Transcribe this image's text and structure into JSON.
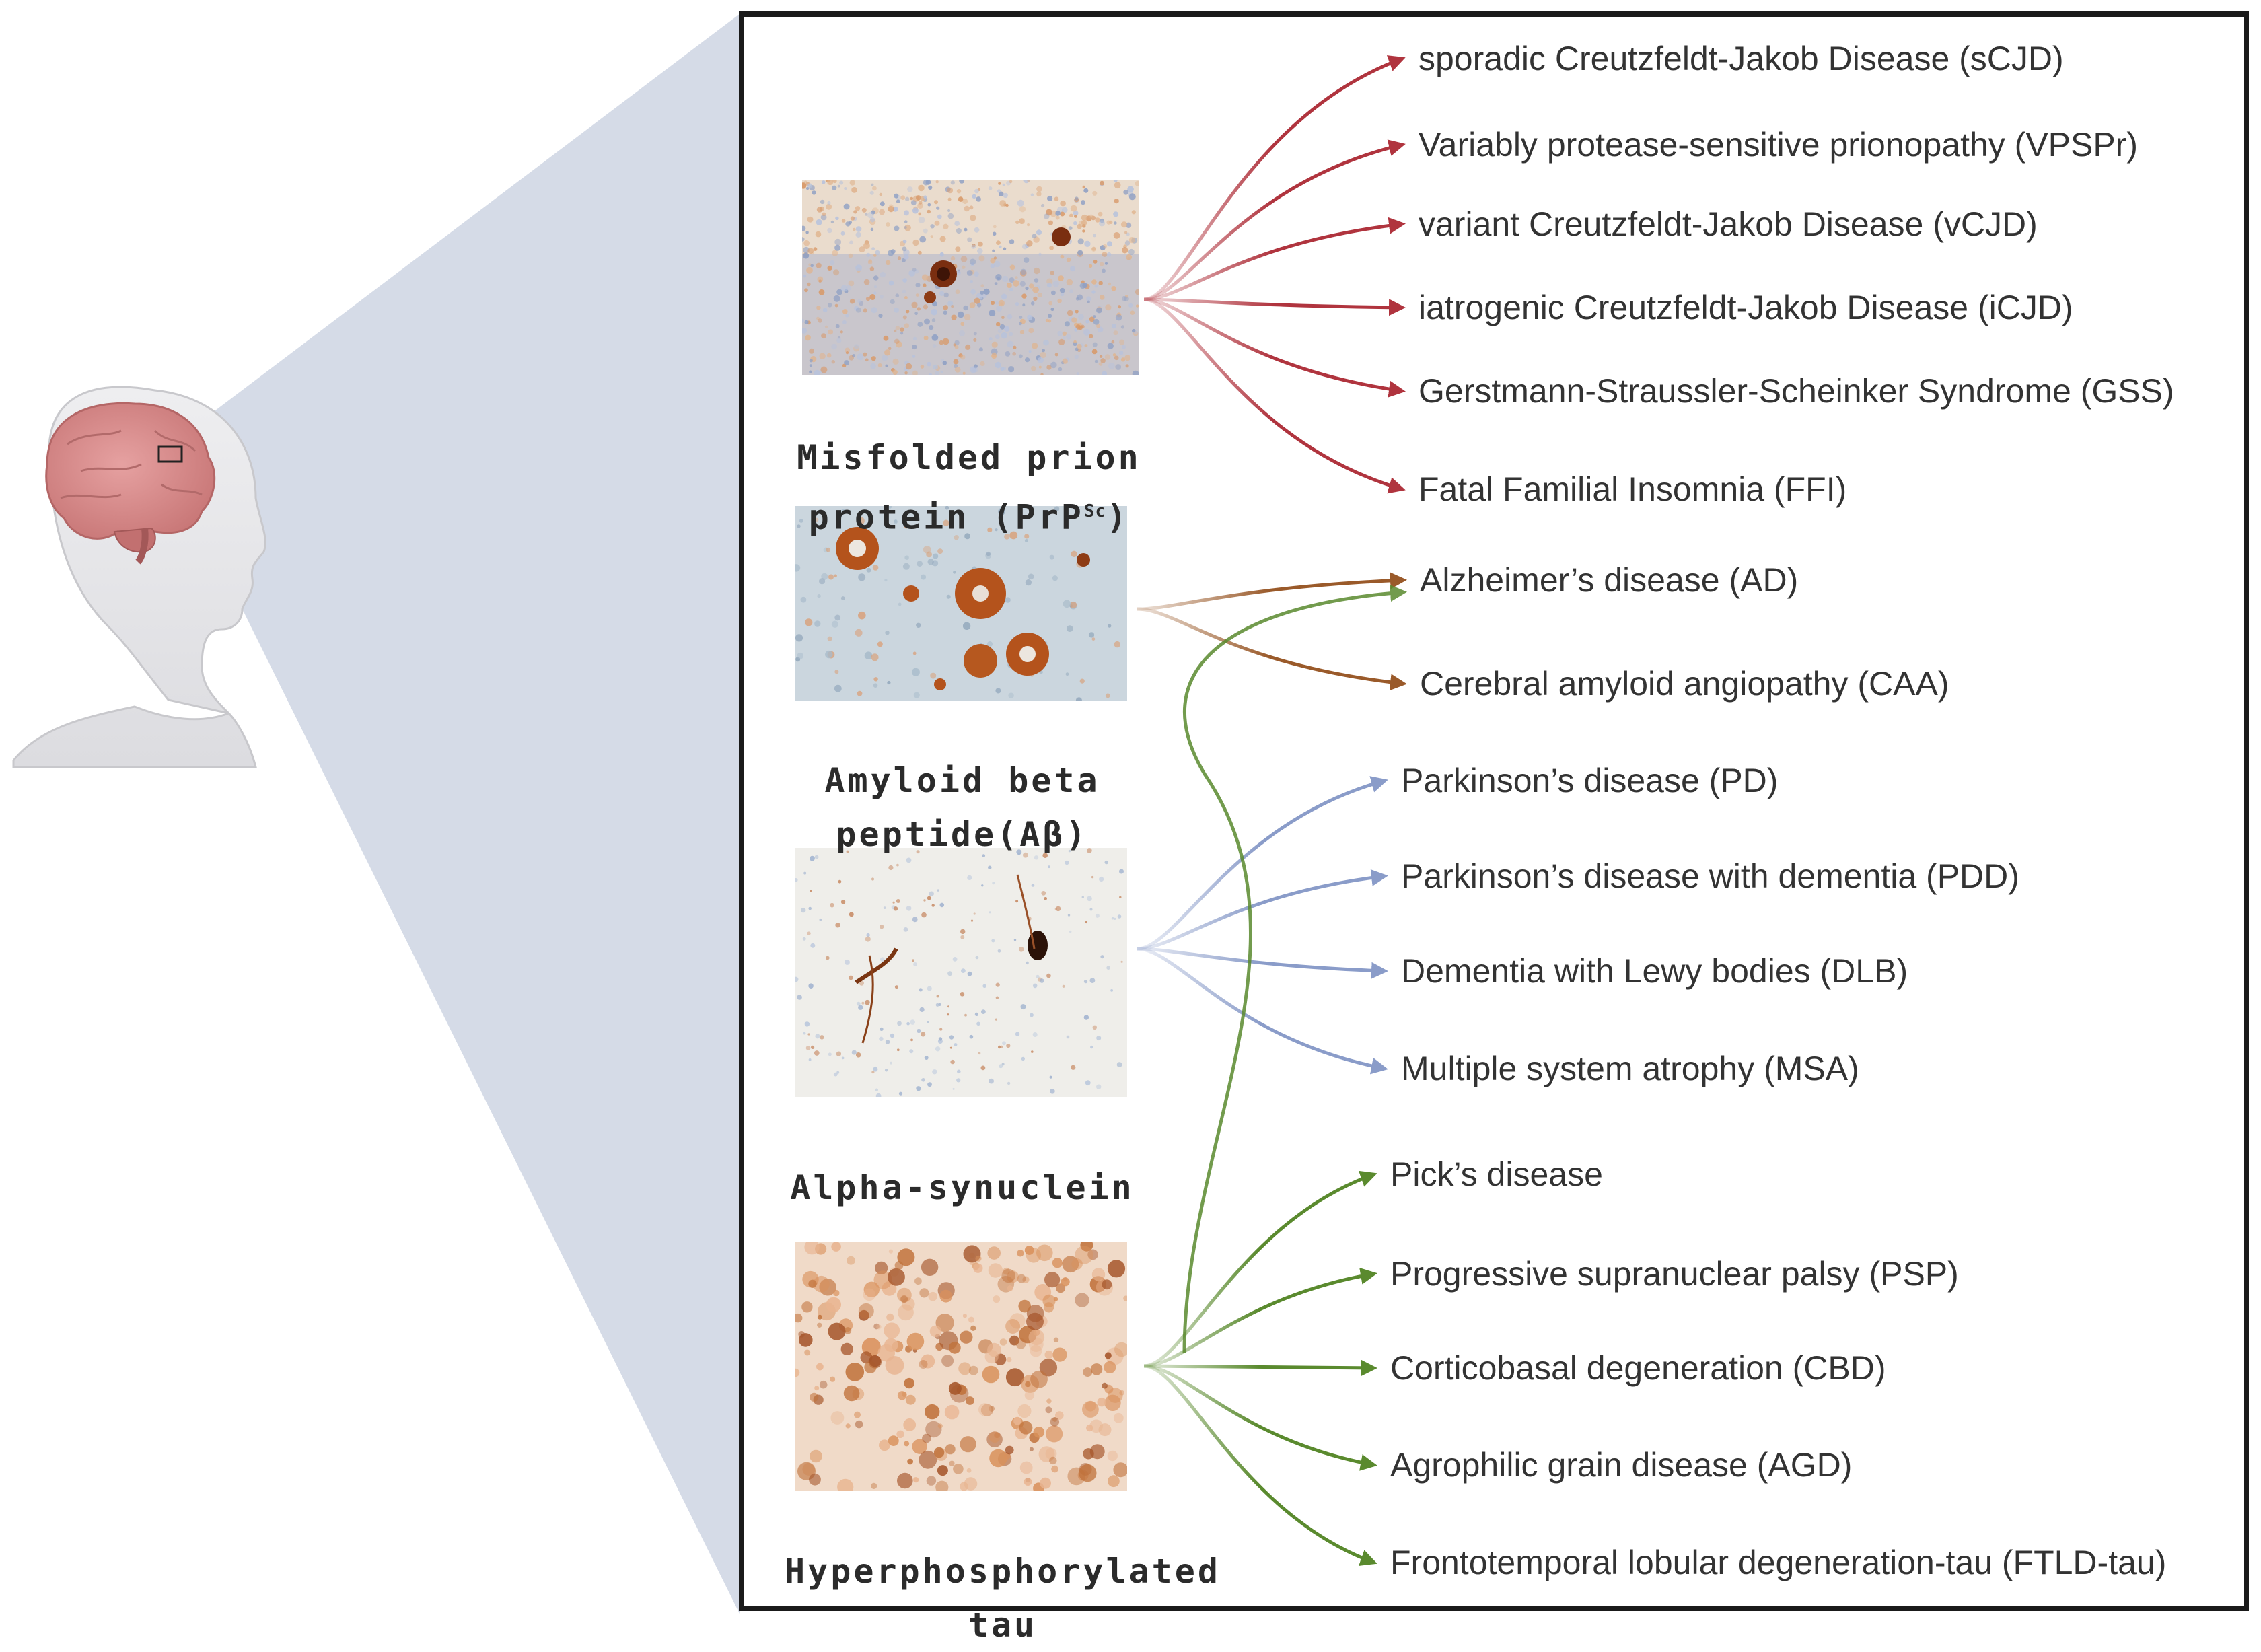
{
  "proteins": [
    {
      "id": "prion",
      "label_line1": "Misfolded prion",
      "label_line2_prefix": "protein (PrP",
      "label_sup": "Sc",
      "label_line2_suffix": ")",
      "color": "#b0343e"
    },
    {
      "id": "abeta",
      "label_line1": "Amyloid beta",
      "label_line2": "peptide(Aβ)",
      "color": "#9a5a2a"
    },
    {
      "id": "asyn",
      "label_line1": "Alpha-synuclein",
      "color": "#8a9cc9"
    },
    {
      "id": "tau",
      "label_line1": "Hyperphosphorylated",
      "label_line2": "tau",
      "color": "#5a8a2e"
    }
  ],
  "diseases": {
    "prion": [
      "sporadic Creutzfeldt-Jakob Disease (sCJD)",
      "Variably protease-sensitive prionopathy (VPSPr)",
      "variant Creutzfeldt-Jakob Disease (vCJD)",
      "iatrogenic  Creutzfeldt-Jakob Disease (iCJD)",
      "Gerstmann-Straussler-Scheinker Syndrome (GSS)",
      "Fatal Familial Insomnia (FFI)"
    ],
    "abeta": [
      "Alzheimer’s disease (AD)",
      "Cerebral amyloid angiopathy (CAA)"
    ],
    "asyn": [
      "Parkinson’s disease (PD)",
      "Parkinson’s disease with dementia (PDD)",
      "Dementia with Lewy bodies (DLB)",
      "Multiple system atrophy (MSA)"
    ],
    "tau": [
      "Pick’s disease",
      "Progressive supranuclear palsy (PSP)",
      "Corticobasal degeneration (CBD)",
      "Agrophilic grain disease (AGD)",
      "Frontotemporal lobular degeneration-tau (FTLD-tau)"
    ]
  },
  "colors": {
    "prion_arrow": "#b0343e",
    "abeta_arrow": "#9a5a2a",
    "asyn_arrow": "#8a9cc9",
    "tau_arrow": "#5a8a2e",
    "zoom_cone": "#d3d9e6",
    "brain": "#d98b8b",
    "head": "#e8e8ea",
    "panel_border": "#1a1a1a"
  }
}
